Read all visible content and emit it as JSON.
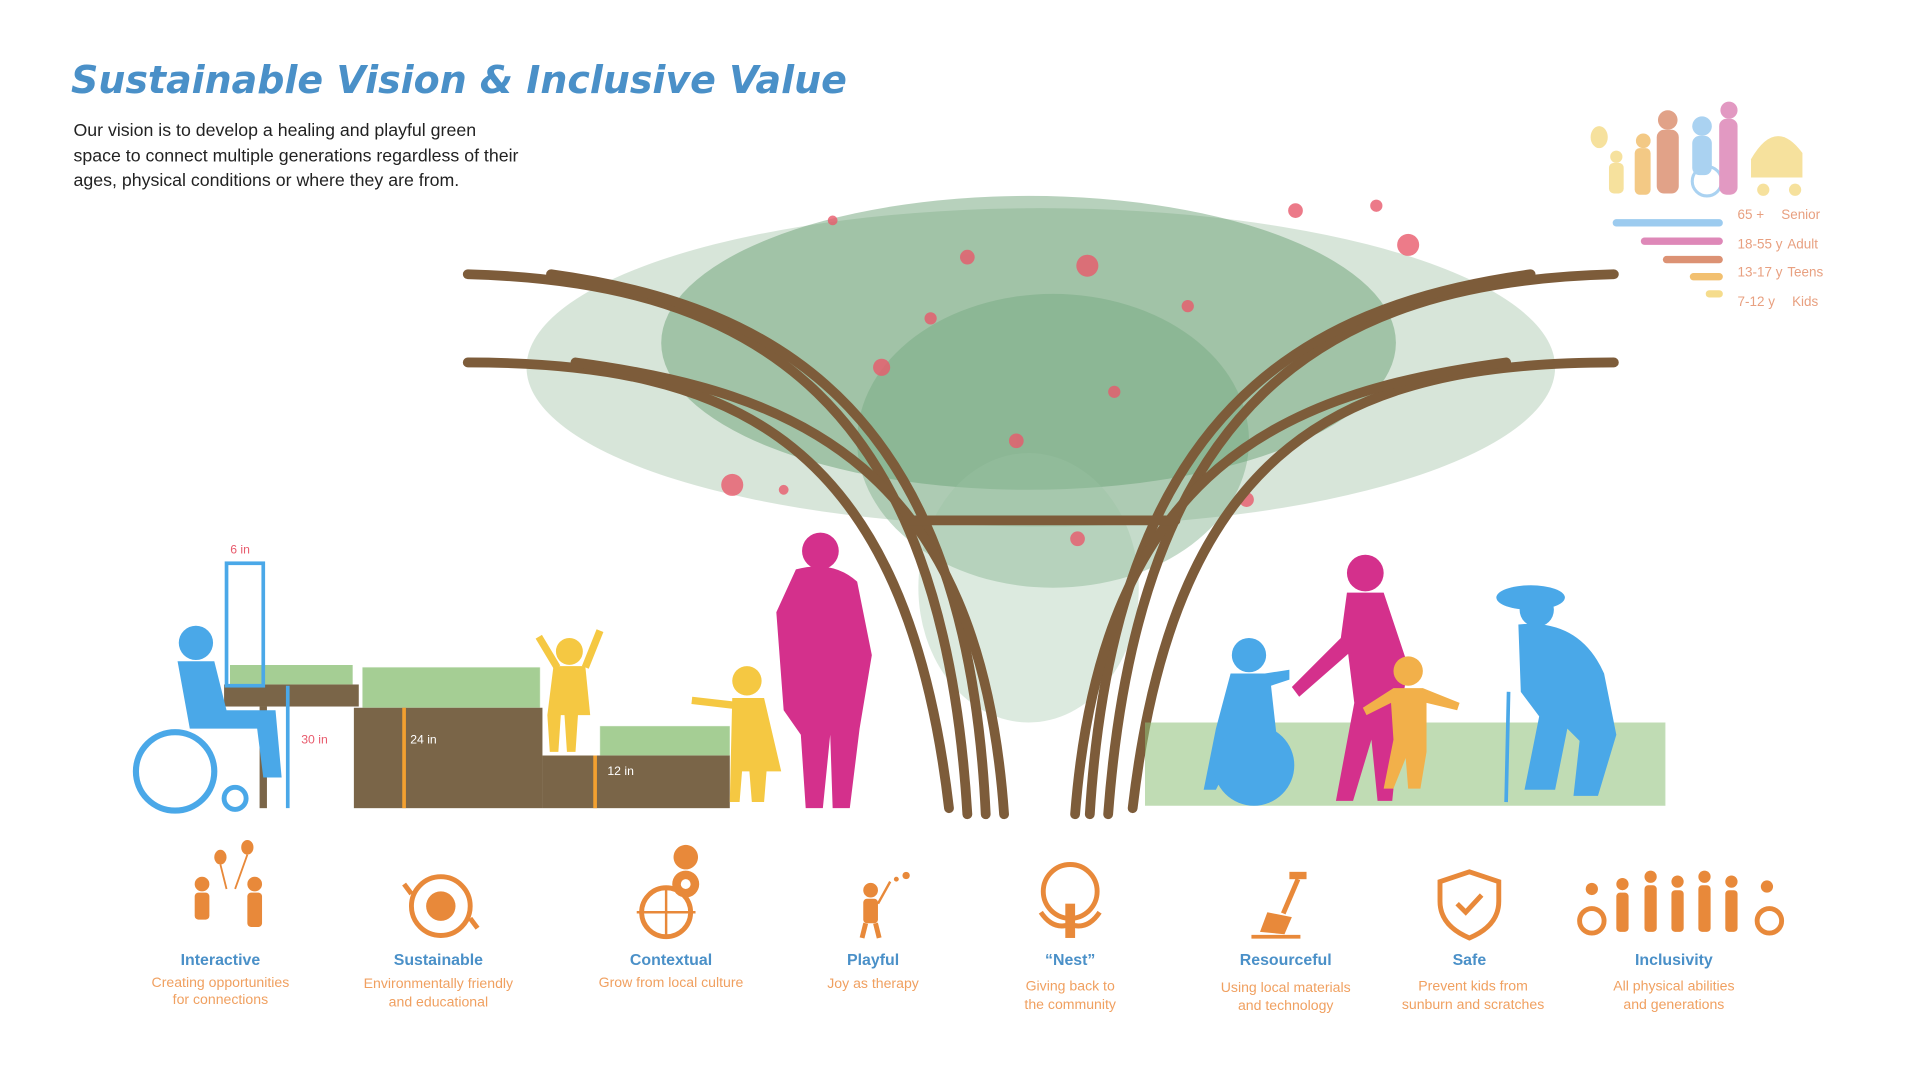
{
  "title": "Sustainable Vision & Inclusive Value",
  "intro": [
    "Our vision is to develop a healing and playful green",
    "space to connect multiple generations regardless of their",
    "ages, physical conditions or where they are from."
  ],
  "legend": [
    {
      "age": "65 +",
      "group": "Senior",
      "color": "#9ccbef"
    },
    {
      "age": "18-55 y",
      "group": "Adult",
      "color": "#de88b8"
    },
    {
      "age": "13-17 y",
      "group": "Teens",
      "color": "#dc9274"
    },
    {
      "age": "7-12 y",
      "group": "Kids",
      "color": "#f5dc8c"
    }
  ],
  "measurements": {
    "rail": "6 in",
    "table": "30 in",
    "planter_mid": "24 in",
    "planter_low": "12 in"
  },
  "values": [
    {
      "label": "Interactive",
      "desc": [
        "Creating opportunities",
        "for connections"
      ],
      "icon": "family-balloon-icon"
    },
    {
      "label": "Sustainable",
      "desc": [
        "Environmentally friendly",
        "and educational"
      ],
      "icon": "recycle-globe-icon"
    },
    {
      "label": "Contextual",
      "desc": [
        "Grow from local culture"
      ],
      "icon": "globe-pin-icon"
    },
    {
      "label": "Playful",
      "desc": [
        "Joy as therapy"
      ],
      "icon": "child-butterfly-icon"
    },
    {
      "label": "“Nest”",
      "desc": [
        "Giving back to",
        "the community"
      ],
      "icon": "tree-hands-icon"
    },
    {
      "label": "Resourceful",
      "desc": [
        "Using local materials",
        "and technology"
      ],
      "icon": "shovel-icon"
    },
    {
      "label": "Safe",
      "desc": [
        "Prevent kids from",
        "sunburn and scratches"
      ],
      "icon": "shield-check-icon"
    },
    {
      "label": "Inclusivity",
      "desc": [
        "All physical abilities",
        "and generations"
      ],
      "icon": "people-group-icon"
    }
  ]
}
